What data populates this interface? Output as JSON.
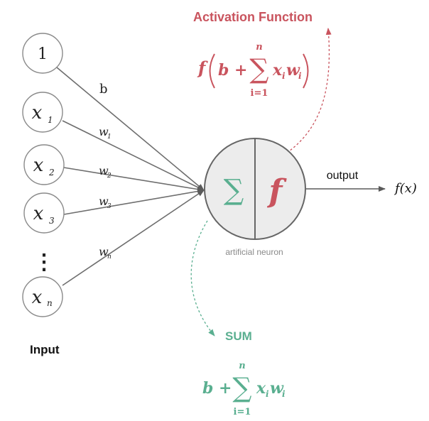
{
  "diagram": {
    "title_activation": "Activation Function",
    "title_sum": "SUM",
    "input_label": "Input",
    "neuron_caption": "artificial neuron",
    "output_label": "output",
    "output_expr": "f(x)",
    "sum_symbol": "∑",
    "activation_symbol": "f",
    "vertical_dots": "⋮",
    "inputs": [
      {
        "base": "1",
        "sub": ""
      },
      {
        "base": "x",
        "sub": "1"
      },
      {
        "base": "x",
        "sub": "2"
      },
      {
        "base": "x",
        "sub": "3"
      },
      {
        "base": "x",
        "sub": "n"
      }
    ],
    "weights": [
      {
        "base": "b",
        "sub": ""
      },
      {
        "base": "w",
        "sub": "1"
      },
      {
        "base": "w",
        "sub": "2"
      },
      {
        "base": "w",
        "sub": "3"
      },
      {
        "base": "w",
        "sub": "n"
      }
    ],
    "activation_formula": {
      "f": "f",
      "b_plus": "b +",
      "sum_top": "n",
      "sum_bottom": "i=1",
      "term_x": "x",
      "term_xi": "i",
      "term_w": "w",
      "term_wi": "i"
    },
    "sum_formula": {
      "b_plus": "b +",
      "sum_top": "n",
      "sum_bottom": "i=1",
      "term_x": "x",
      "term_xi": "i",
      "term_w": "w",
      "term_wi": "i"
    },
    "colors": {
      "activation": "#c9545e",
      "sum": "#5aaf90",
      "line": "#6e6e6e",
      "neuron_fill": "#ececec",
      "neuron_stroke": "#666666",
      "caption": "#8a8a8a"
    }
  }
}
